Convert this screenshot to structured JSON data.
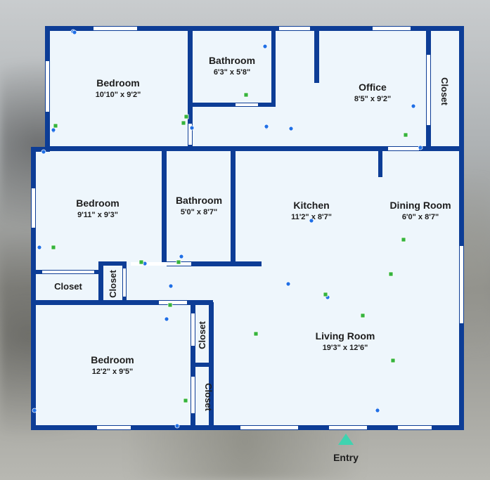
{
  "colors": {
    "wall": "#0d3d96",
    "floor": "#eef6fc",
    "window": "#ffffff",
    "marker_blue": "#1f6fe6",
    "marker_green": "#35b43c",
    "entry_arrow": "#3fd3b0",
    "text": "#1d1d1d"
  },
  "rooms": [
    {
      "id": "bedroom-1",
      "title": "Bedroom",
      "dims": "10'10\" x 9'2\""
    },
    {
      "id": "bathroom-1",
      "title": "Bathroom",
      "dims": "6'3\" x 5'8\""
    },
    {
      "id": "office",
      "title": "Office",
      "dims": "8'5\" x 9'2\""
    },
    {
      "id": "bedroom-2",
      "title": "Bedroom",
      "dims": "9'11\" x 9'3\""
    },
    {
      "id": "bathroom-2",
      "title": "Bathroom",
      "dims": "5'0\" x 8'7\""
    },
    {
      "id": "kitchen",
      "title": "Kitchen",
      "dims": "11'2\" x 8'7\""
    },
    {
      "id": "dining-room",
      "title": "Dining Room",
      "dims": "6'0\" x 8'7\""
    },
    {
      "id": "living-room",
      "title": "Living Room",
      "dims": "19'3\" x 12'6\""
    },
    {
      "id": "bedroom-3",
      "title": "Bedroom",
      "dims": "12'2\" x 9'5\""
    }
  ],
  "closets": [
    {
      "id": "closet-office",
      "label": "Closet"
    },
    {
      "id": "closet-horizontal",
      "label": "Closet"
    },
    {
      "id": "closet-small",
      "label": "Closet"
    },
    {
      "id": "closet-living-1",
      "label": "Closet"
    },
    {
      "id": "closet-living-2",
      "label": "Closet"
    }
  ],
  "entry": {
    "label": "Entry"
  },
  "markers": {
    "blue_count": 24,
    "green_count": 17
  }
}
